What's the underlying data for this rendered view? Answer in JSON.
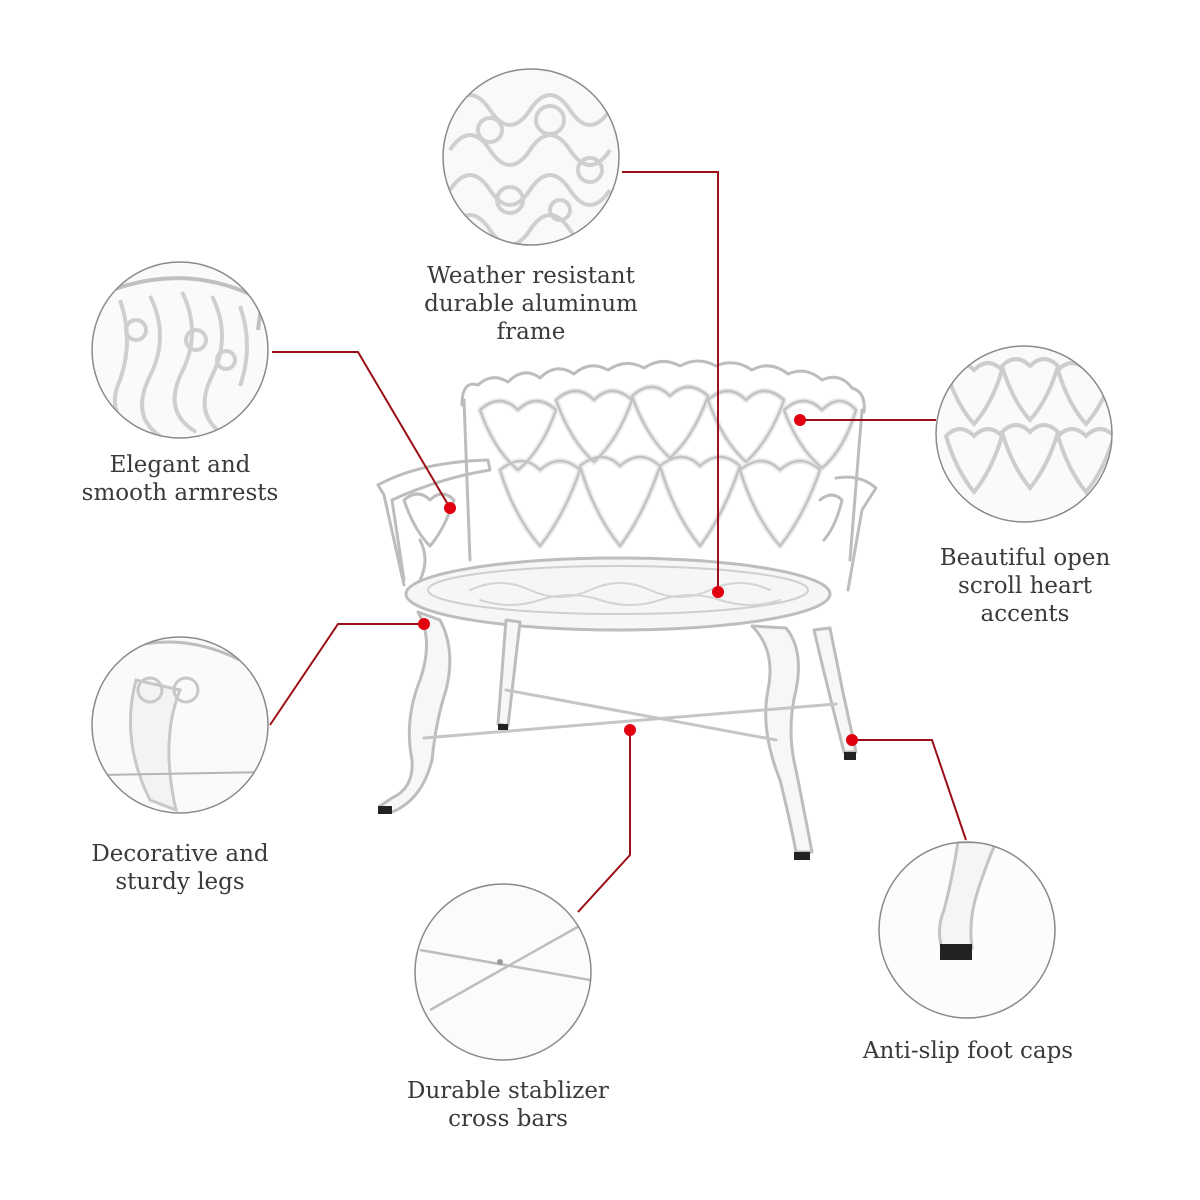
{
  "features": {
    "frame": {
      "lines": [
        "Weather resistant",
        "durable aluminum",
        "frame"
      ]
    },
    "armrests": {
      "lines": [
        "Elegant and",
        "smooth armrests"
      ]
    },
    "hearts": {
      "lines": [
        "Beautiful open",
        "scroll heart",
        "accents"
      ]
    },
    "legs": {
      "lines": [
        "Decorative and",
        "sturdy legs"
      ]
    },
    "crossbars": {
      "lines": [
        "Durable stablizer",
        "cross bars"
      ]
    },
    "footcaps": {
      "lines": [
        "Anti-slip foot caps"
      ]
    }
  },
  "colors": {
    "callout_line": "#9b0f16",
    "callout_dot": "#e00010",
    "circle_border": "#8a8a8a",
    "text": "#3a3a3a",
    "bench": "#f7f7f7",
    "bench_outline": "#b9b9b9"
  }
}
